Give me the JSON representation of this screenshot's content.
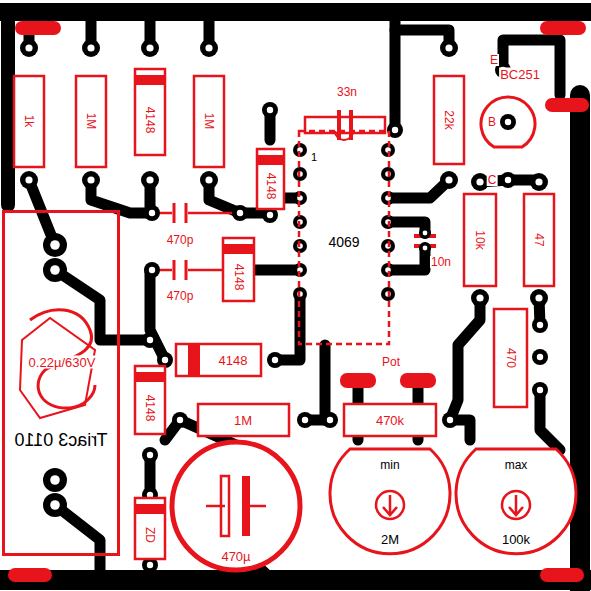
{
  "diagram": {
    "nodes": [
      {
        "text": [
          "1k"
        ]
      },
      {
        "text": [
          "1M"
        ]
      },
      {
        "text": [
          "4148"
        ]
      },
      {
        "text": [
          "1M"
        ]
      },
      {
        "text": [
          "4148"
        ]
      },
      {
        "text": [
          "22k"
        ]
      },
      {
        "text": [
          "BC251"
        ]
      },
      {
        "text": [
          "4069"
        ]
      },
      {
        "text": [
          "4148"
        ]
      },
      {
        "text": [
          "10k"
        ]
      },
      {
        "text": [
          "47"
        ]
      },
      {
        "text": [
          "470"
        ]
      },
      {
        "text": [
          "0.22µ/630V"
        ]
      },
      {
        "text": [
          "4148"
        ]
      },
      {
        "text": [
          "4148"
        ]
      },
      {
        "text": [
          "1M"
        ]
      },
      {
        "text": [
          "470k"
        ]
      },
      {
        "text": [
          "470µ"
        ]
      },
      {
        "text": [
          "ZD"
        ]
      },
      {
        "text": [
          "min",
          "2M"
        ]
      },
      {
        "text": [
          "max",
          "100k"
        ]
      }
    ],
    "labels": [
      "470p",
      "470p",
      "33n",
      "10n",
      "1",
      "E",
      "B",
      "C",
      "Pot",
      "Triac3 0110"
    ]
  }
}
